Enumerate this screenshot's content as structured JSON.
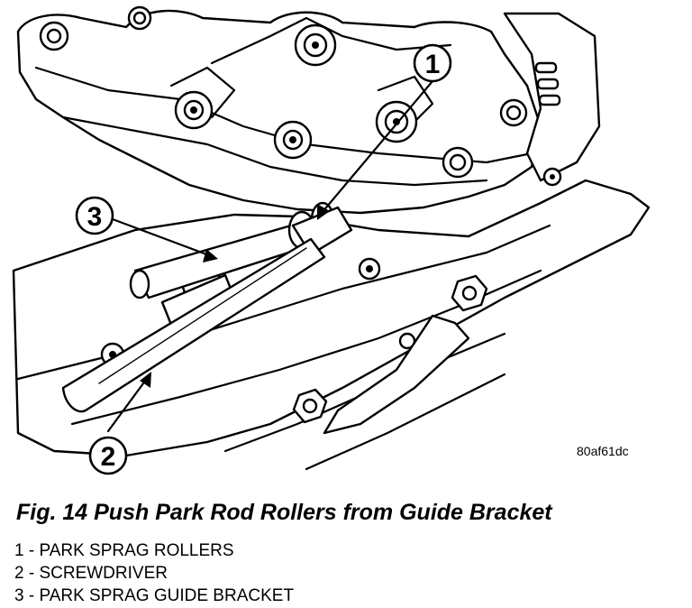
{
  "figure": {
    "reference_code": "80af61dc",
    "caption": "Fig. 14 Push Park Rod Rollers from Guide Bracket"
  },
  "callouts": [
    {
      "number": "1"
    },
    {
      "number": "2"
    },
    {
      "number": "3"
    }
  ],
  "legend": [
    {
      "text": "1 - PARK SPRAG ROLLERS"
    },
    {
      "text": "2 - SCREWDRIVER"
    },
    {
      "text": "3 - PARK SPRAG GUIDE BRACKET"
    }
  ]
}
